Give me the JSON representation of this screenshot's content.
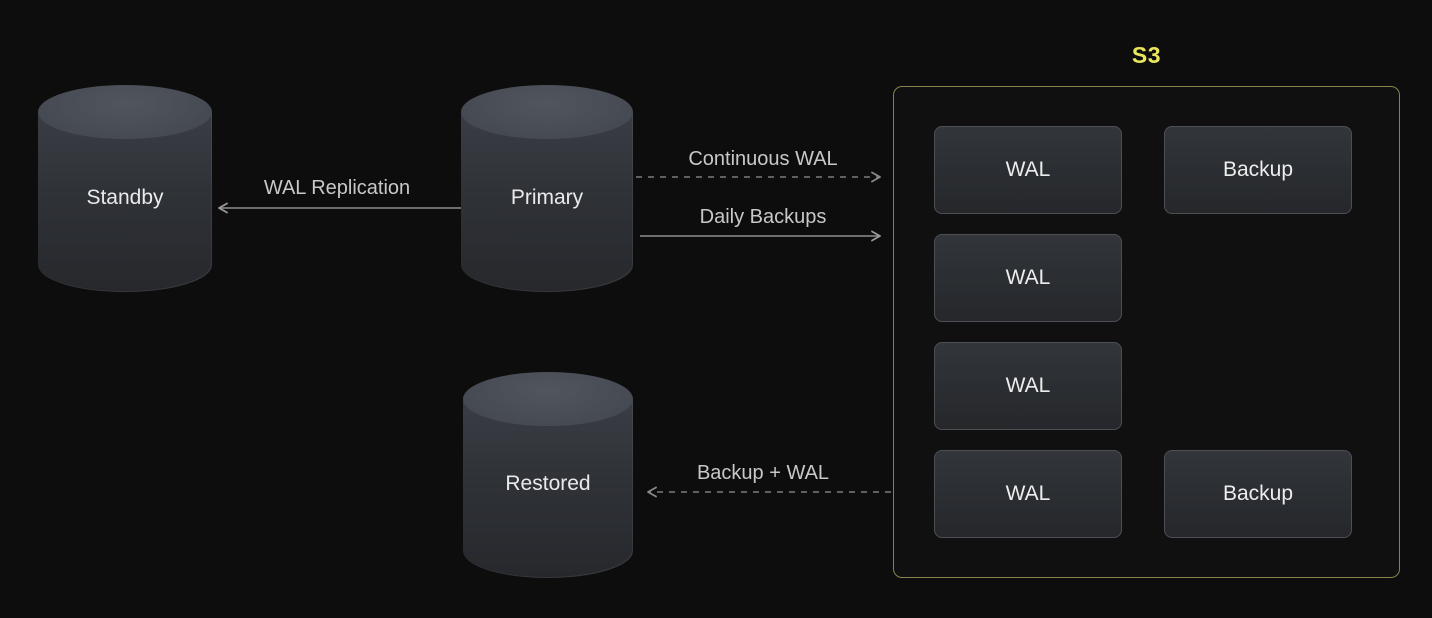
{
  "nodes": {
    "standby": {
      "label": "Standby",
      "type": "database"
    },
    "primary": {
      "label": "Primary",
      "type": "database"
    },
    "restored": {
      "label": "Restored",
      "type": "database"
    }
  },
  "s3": {
    "title": "S3",
    "items": [
      {
        "label": "WAL"
      },
      {
        "label": "Backup"
      },
      {
        "label": "WAL"
      },
      {
        "label": "WAL"
      },
      {
        "label": "WAL"
      },
      {
        "label": "Backup"
      }
    ]
  },
  "arrows": [
    {
      "label": "WAL Replication",
      "from": "Primary",
      "to": "Standby",
      "style": "solid"
    },
    {
      "label": "Continuous WAL",
      "from": "Primary",
      "to": "S3",
      "style": "dashed"
    },
    {
      "label": "Daily Backups",
      "from": "Primary",
      "to": "S3",
      "style": "solid"
    },
    {
      "label": "Backup + WAL",
      "from": "S3",
      "to": "Restored",
      "style": "dashed"
    }
  ],
  "colors": {
    "background": "#0d0d0e",
    "accent_yellow": "#e9e65c",
    "s3_border": "#85834e",
    "arrow_solid": "#8e8e8e",
    "arrow_dashed": "#7d7d80",
    "arrow_label_text": "#c8c8c8",
    "node_label_text": "#e9eaeb"
  }
}
